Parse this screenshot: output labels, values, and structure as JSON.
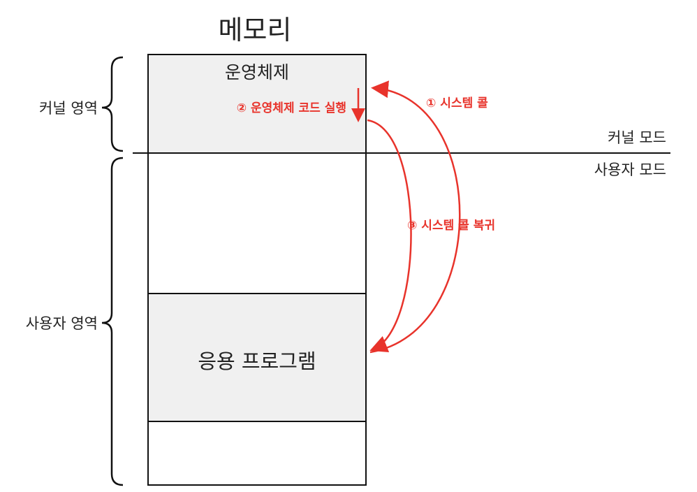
{
  "title": "메모리",
  "regions": {
    "kernel_area": "커널 영역",
    "user_area": "사용자 영역"
  },
  "blocks": {
    "os": "운영체제",
    "app": "응용 프로그램"
  },
  "modes": {
    "kernel": "커널 모드",
    "user": "사용자 모드"
  },
  "steps": {
    "step1": "① 시스템 콜",
    "step2": "② 운영체제 코드 실행",
    "step3": "③ 시스템 콜 복귀"
  },
  "colors": {
    "accent": "#e8332b",
    "block_fill": "#f0f0f0",
    "stroke": "#111111",
    "text": "#222222"
  }
}
